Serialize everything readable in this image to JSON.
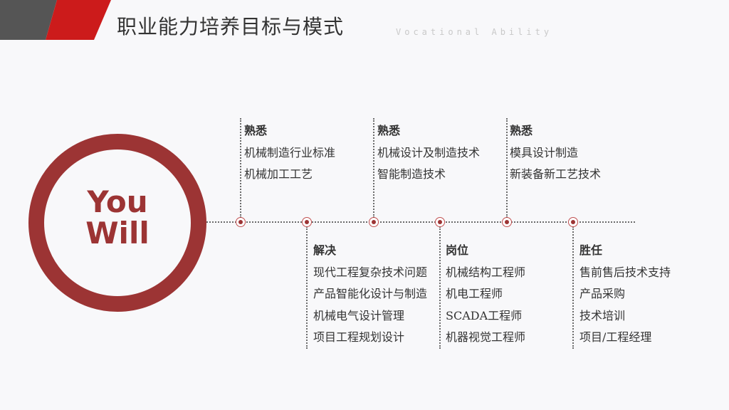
{
  "header": {
    "title": "职业能力培养目标与模式",
    "subtitle": "Vocational Ability"
  },
  "circle": {
    "line1": "You",
    "line2": "Will"
  },
  "top_blocks": [
    {
      "heading": "熟悉",
      "items": [
        "机械制造行业标准",
        "机械加工工艺"
      ]
    },
    {
      "heading": "熟悉",
      "items": [
        "机械设计及制造技术",
        "智能制造技术"
      ]
    },
    {
      "heading": "熟悉",
      "items": [
        "模具设计制造",
        "新装备新工艺技术"
      ]
    }
  ],
  "bottom_blocks": [
    {
      "heading": "解决",
      "items": [
        "现代工程复杂技术问题",
        "产品智能化设计与制造",
        "机械电气设计管理",
        "项目工程规划设计"
      ]
    },
    {
      "heading": "岗位",
      "items": [
        "机械结构工程师",
        "机电工程师",
        "SCADA工程师",
        "机器视觉工程师"
      ]
    },
    {
      "heading": "胜任",
      "items": [
        "售前售后技术支持",
        "产品采购",
        "技术培训",
        "项目/工程经理"
      ]
    }
  ],
  "colors": {
    "accent": "#9c3434",
    "logo_gray": "#555555",
    "logo_red": "#cc1b1b"
  }
}
